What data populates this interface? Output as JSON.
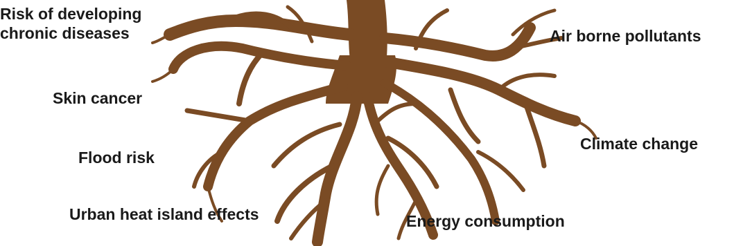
{
  "root_color": "#7a4b24",
  "labels": {
    "chronic_line1": "Risk of developing",
    "chronic_line2": "chronic diseases",
    "skin_cancer": "Skin cancer",
    "flood_risk": "Flood risk",
    "urban_heat": "Urban heat island effects",
    "energy": "Energy consumption",
    "climate": "Climate change",
    "air": "Air borne pollutants"
  }
}
